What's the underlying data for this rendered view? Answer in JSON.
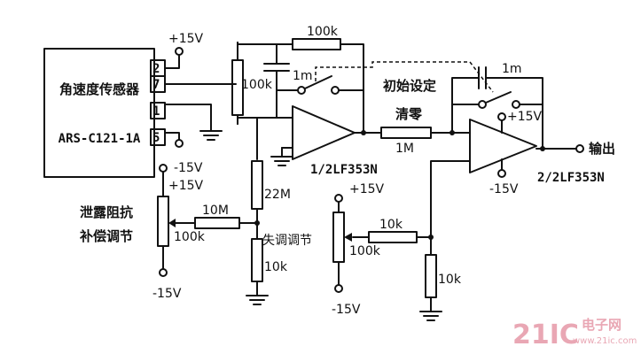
{
  "sensor": {
    "title": "角速度传感器",
    "model": "ARS-C121-1A",
    "pins": [
      "2",
      "7",
      "1",
      "5"
    ]
  },
  "supplies": {
    "pos": "+15V",
    "neg": "-15V"
  },
  "resistors": {
    "feedback": "100k",
    "sensor_out": "100k",
    "input": "22M",
    "damping_series": "10M",
    "damping_pot": "100k",
    "offset_pot_low": "10k",
    "clear": "1M",
    "int_bias_series": "10k",
    "int_bias_pot": "100k",
    "int_bias_ground": "10k"
  },
  "capacitors": {
    "c1": "1m",
    "c2": "1m"
  },
  "opamps": {
    "op1": "1/2LF353N",
    "op2": "2/2LF353N"
  },
  "labels": {
    "init_set": "初始设定",
    "clear": "清零",
    "output": "输出",
    "damping_line1": "泄露阻抗",
    "damping_line2": "补偿调节",
    "offset_adjust": "失调调节"
  },
  "watermark": {
    "logo": "21IC",
    "site_cn": "电子网",
    "site_url": "www.21ic.com"
  }
}
